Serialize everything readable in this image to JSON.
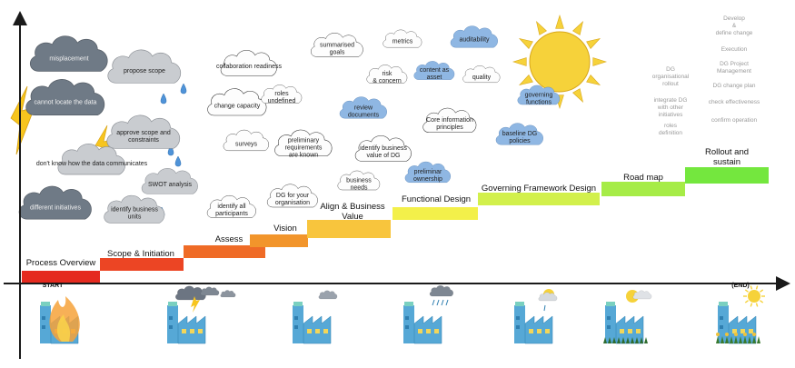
{
  "colors": {
    "dark_cloud": "#6f7a86",
    "grey_cloud": "#c9ccd0",
    "white_cloud": "#fdfdfd",
    "blue_cloud": "#8fb7e3",
    "axis": "#1a1a1a",
    "sun": "#f6d23a",
    "sun_stroke": "#d9a81a",
    "factory": "#56a8d6",
    "factory_dark": "#2f7fb0"
  },
  "steps": [
    {
      "label": "Process Overview",
      "color": "#e52a1f"
    },
    {
      "label": "Scope & Initiation",
      "color": "#ec4524"
    },
    {
      "label": "Assess",
      "color": "#ef6b26"
    },
    {
      "label": "Vision",
      "color": "#f2952b"
    },
    {
      "label": "Align & Business Value",
      "color": "#f8c53d"
    },
    {
      "label": "Functional Design",
      "color": "#f3f04a"
    },
    {
      "label": "Governing Framework Design",
      "color": "#d2f04c"
    },
    {
      "label": "Road map",
      "color": "#a6ec47"
    },
    {
      "label": "Rollout and sustain",
      "color": "#74e73e"
    }
  ],
  "axis": {
    "start_label": "START",
    "end_label": "(END)"
  },
  "clouds": [
    {
      "lines": [
        "misplacement"
      ],
      "style": "dark"
    },
    {
      "lines": [
        "propose scope"
      ],
      "style": "grey"
    },
    {
      "lines": [
        "cannot locate the data"
      ],
      "style": "dark"
    },
    {
      "lines": [
        "approve scope and",
        "constraints"
      ],
      "style": "grey"
    },
    {
      "lines": [
        "don't know how the data communicates"
      ],
      "style": "grey"
    },
    {
      "lines": [
        "SWOT analysis"
      ],
      "style": "grey"
    },
    {
      "lines": [
        "different initiatives"
      ],
      "style": "dark"
    },
    {
      "lines": [
        "identify business",
        "units"
      ],
      "style": "grey"
    },
    {
      "lines": [
        "collaboration readiness"
      ],
      "style": "white"
    },
    {
      "lines": [
        "change capacity"
      ],
      "style": "white"
    },
    {
      "lines": [
        "roles",
        "undefined"
      ],
      "style": "white"
    },
    {
      "lines": [
        "surveys"
      ],
      "style": "white"
    },
    {
      "lines": [
        "preliminary",
        "requirements",
        "are known"
      ],
      "style": "white"
    },
    {
      "lines": [
        "identify all",
        "participants"
      ],
      "style": "white"
    },
    {
      "lines": [
        "DG for your",
        "organisation"
      ],
      "style": "white"
    },
    {
      "lines": [
        "summarised",
        "goals"
      ],
      "style": "white"
    },
    {
      "lines": [
        "metrics"
      ],
      "style": "white"
    },
    {
      "lines": [
        "auditability"
      ],
      "style": "blue"
    },
    {
      "lines": [
        "risk",
        "& concern"
      ],
      "style": "white"
    },
    {
      "lines": [
        "content as",
        "asset"
      ],
      "style": "blue"
    },
    {
      "lines": [
        "quality"
      ],
      "style": "white"
    },
    {
      "lines": [
        "review",
        "documents"
      ],
      "style": "blue"
    },
    {
      "lines": [
        "Core information",
        "principles"
      ],
      "style": "white"
    },
    {
      "lines": [
        "identify business",
        "value of DG"
      ],
      "style": "white"
    },
    {
      "lines": [
        "business",
        "needs"
      ],
      "style": "white"
    },
    {
      "lines": [
        "preliminar",
        "ownership"
      ],
      "style": "blue"
    },
    {
      "lines": [
        "governing",
        "functions"
      ],
      "style": "blue"
    },
    {
      "lines": [
        "baseline DG",
        "policies"
      ],
      "style": "blue"
    }
  ],
  "future_notes": [
    {
      "lines": [
        "Develop",
        "&",
        "define change"
      ]
    },
    {
      "lines": [
        "Execution"
      ]
    },
    {
      "lines": [
        "DG",
        "organisational",
        "rollout"
      ]
    },
    {
      "lines": [
        "DG Project",
        "Management"
      ]
    },
    {
      "lines": [
        "DG change plan"
      ]
    },
    {
      "lines": [
        "integrate DG",
        "with other",
        "initiatives"
      ]
    },
    {
      "lines": [
        "check effectiveness"
      ]
    },
    {
      "lines": [
        "roles",
        "definition"
      ]
    },
    {
      "lines": [
        "confirm operation"
      ]
    }
  ],
  "icons": {
    "sun": "sun-icon",
    "factory": "factory-icon",
    "fire": "fire-icon",
    "lightning": "lightning-icon",
    "raindrop": "raindrop-icon",
    "plants": "plants-icon"
  }
}
